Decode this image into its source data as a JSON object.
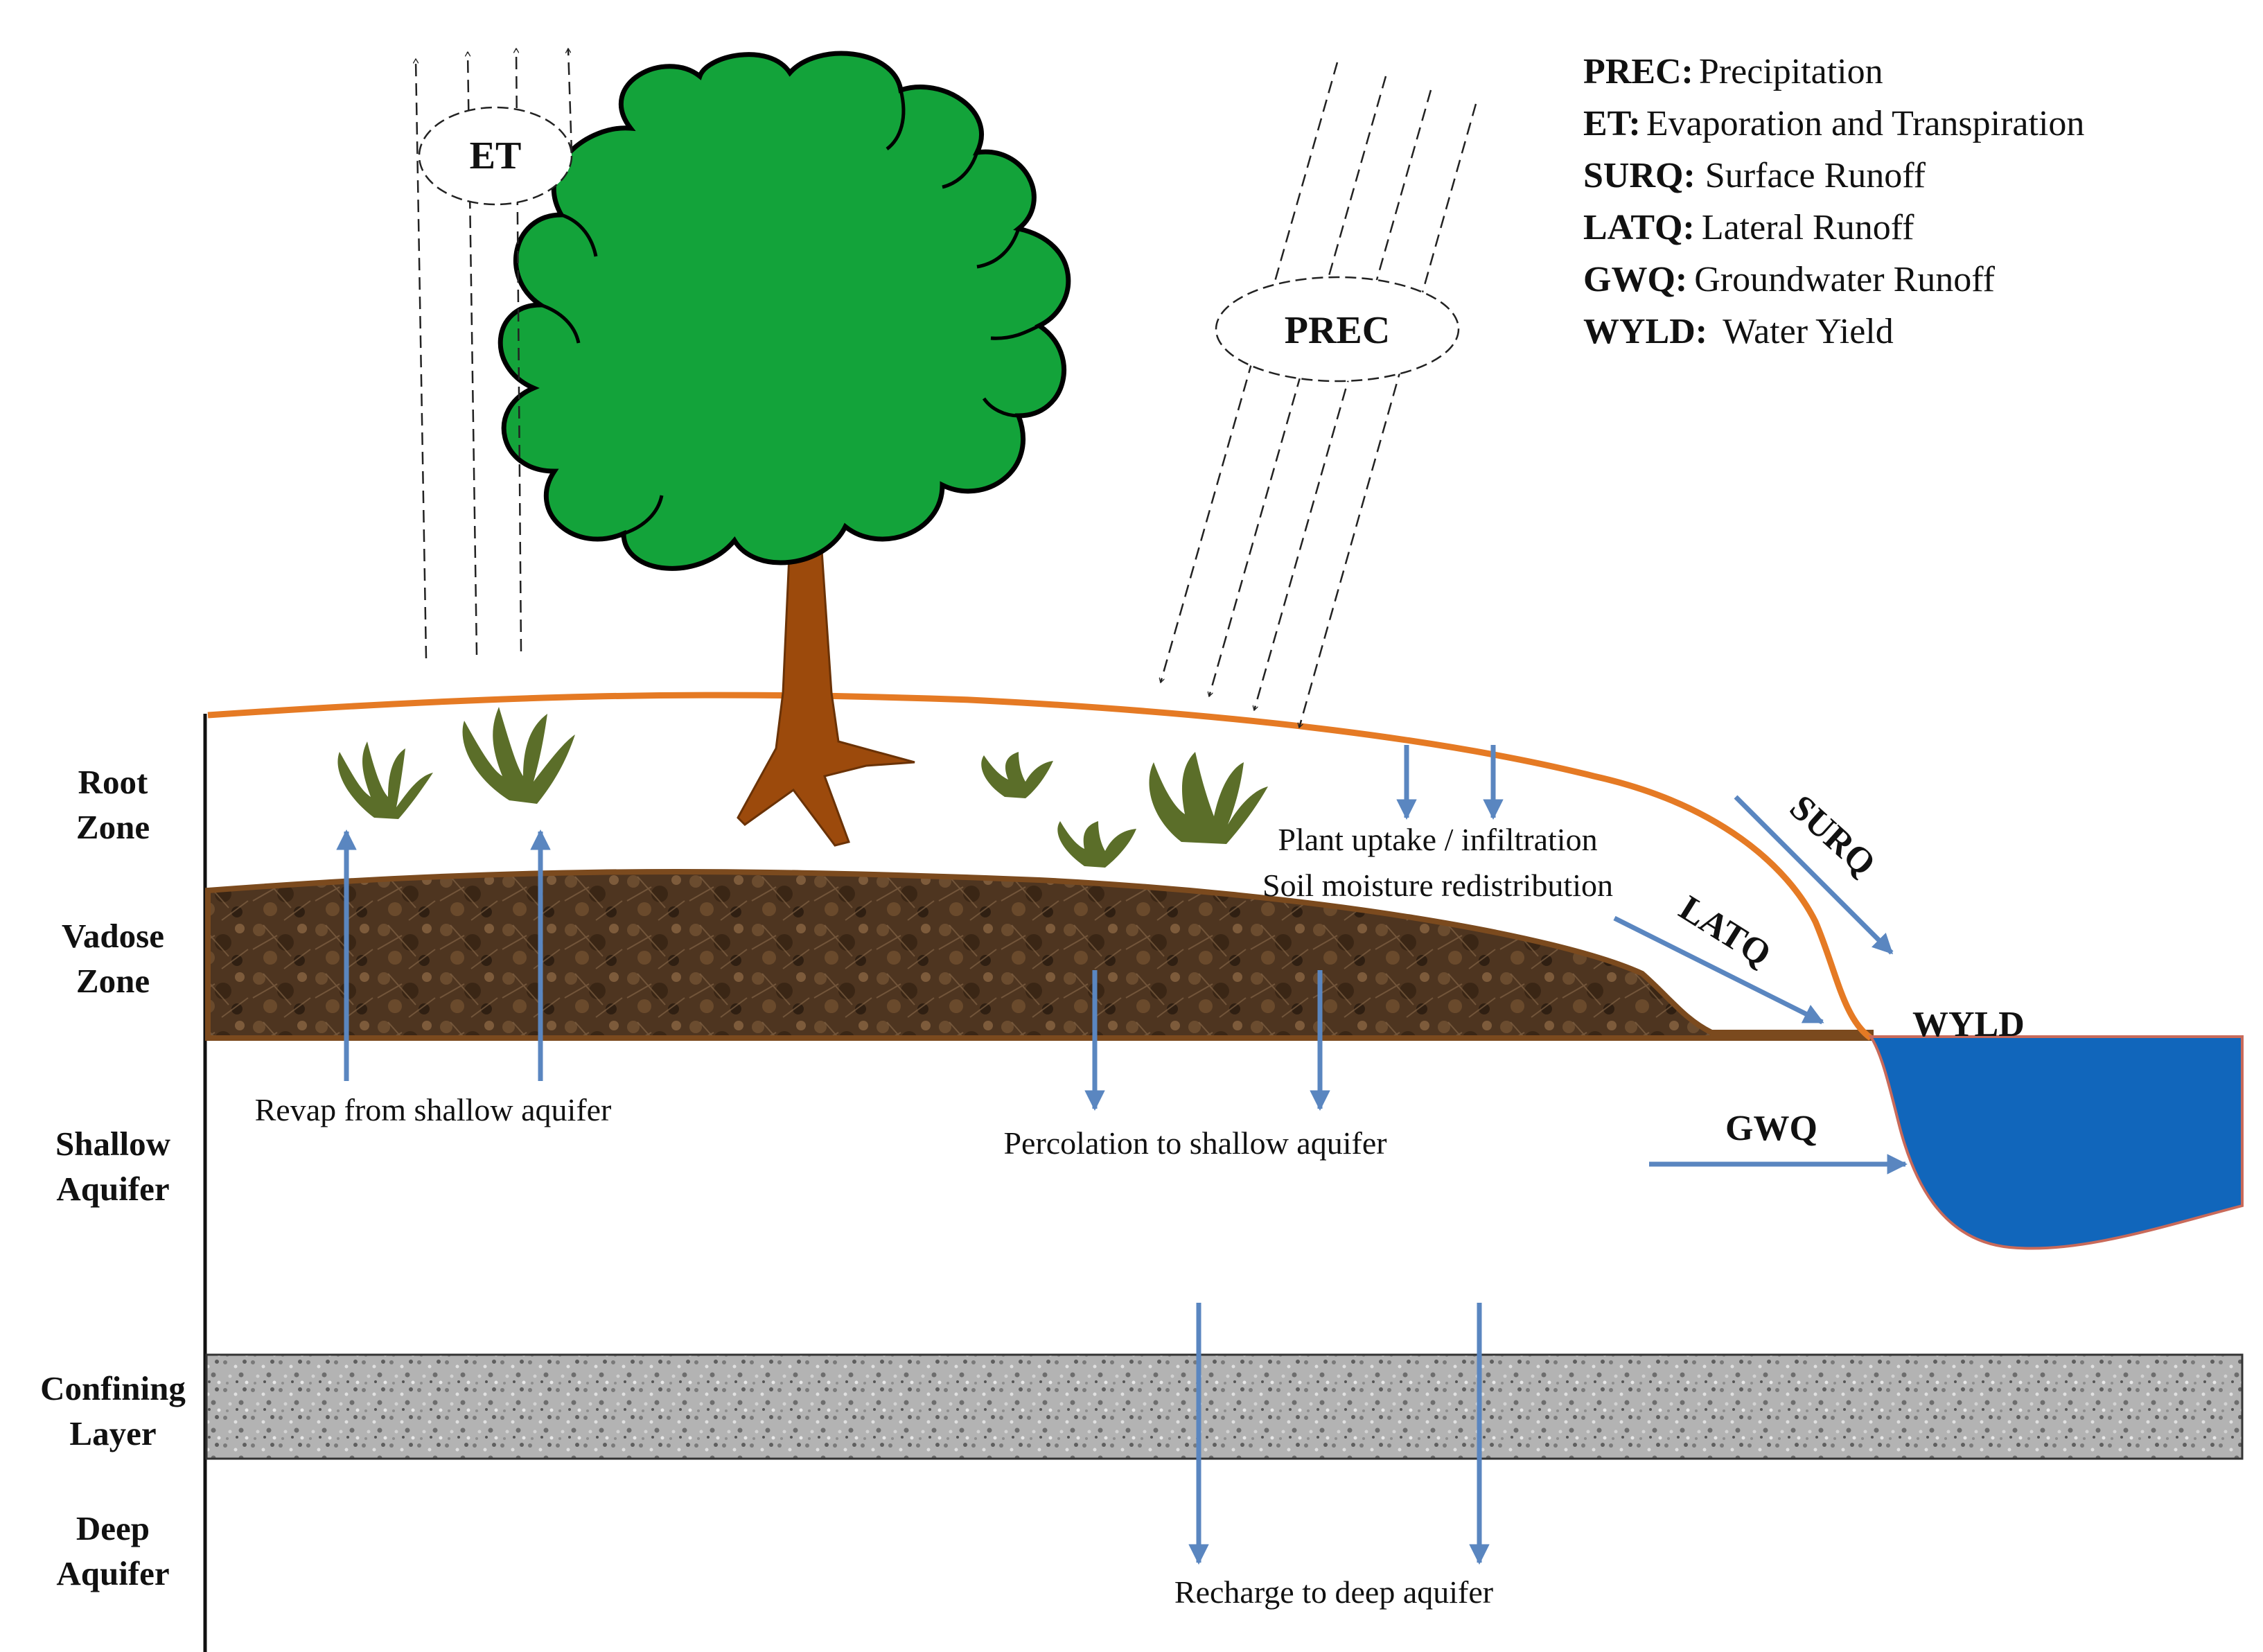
{
  "zones": {
    "root": [
      "Root",
      "Zone"
    ],
    "vadose": [
      "Vadose",
      "Zone"
    ],
    "shallow": [
      "Shallow",
      "Aquifer"
    ],
    "confining": [
      "Confining",
      "Layer"
    ],
    "deep": [
      "Deep",
      "Aquifer"
    ]
  },
  "legend": [
    {
      "key": "PREC:",
      "value": "Precipitation"
    },
    {
      "key": "ET:",
      "value": "Evaporation and Transpiration"
    },
    {
      "key": "SURQ:",
      "value": "Surface Runoff"
    },
    {
      "key": "LATQ:",
      "value": "Lateral  Runoff"
    },
    {
      "key": "GWQ:",
      "value": "Groundwater Runoff"
    },
    {
      "key": "WYLD:",
      "value": " Water Yield"
    }
  ],
  "ovals": {
    "et": "ET",
    "prec": "PREC"
  },
  "flux_labels": {
    "surq": "SURQ",
    "latq": "LATQ",
    "wyld": "WYLD",
    "gwq": "GWQ"
  },
  "captions": {
    "plant_uptake": "Plant uptake / infiltration",
    "soil_moisture": "Soil moisture  redistribution",
    "revap": "Revap from  shallow  aquifer",
    "percolation": "Percolation  to shallow  aquifer",
    "recharge": "Recharge to deep aquifer"
  },
  "colors": {
    "surface_line": "#e57a24",
    "arrow": "#5a86c0",
    "tree_foliage": "#13a33a",
    "tree_trunk": "#9c4a0c",
    "grass": "#5b6e29",
    "soil": "#5a3e26",
    "water": "#1166bb",
    "confining": "#a8a8a8"
  }
}
